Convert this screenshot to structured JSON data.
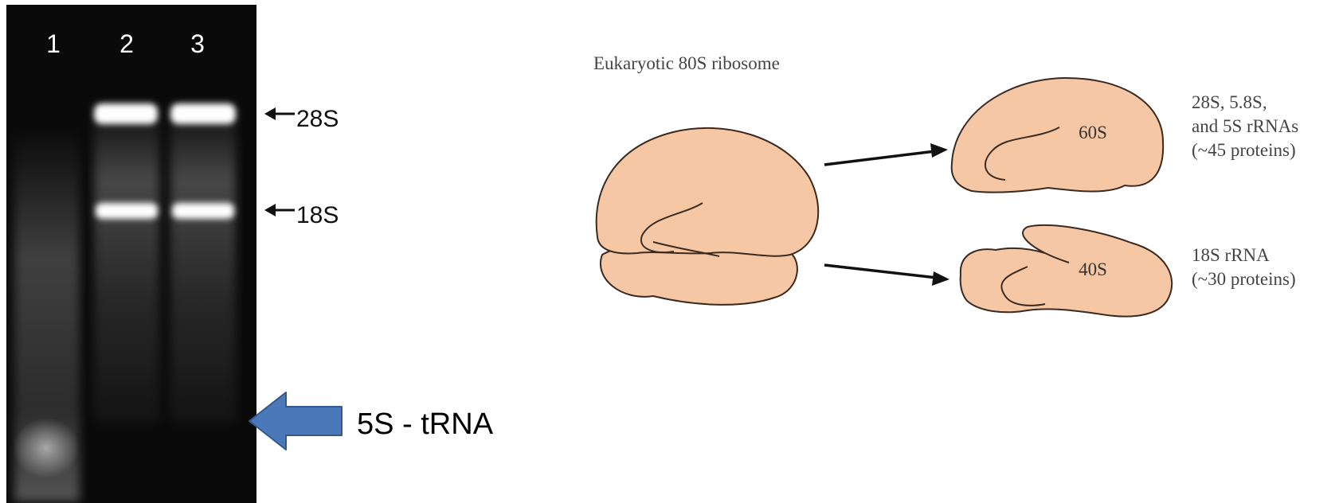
{
  "gel": {
    "lane_labels": [
      "1",
      "2",
      "3"
    ],
    "band_labels": {
      "upper": "28S",
      "lower": "18S"
    },
    "callout_label": "5S - tRNA",
    "colors": {
      "gel_background": "#0a0a0a",
      "band": "#ffffff",
      "callout_arrow": "#4a78b8"
    }
  },
  "ribosome": {
    "title": "Eukaryotic 80S ribosome",
    "large_subunit": {
      "label": "60S",
      "description_lines": [
        "28S, 5.8S,",
        "and 5S rRNAs",
        "(~45 proteins)"
      ]
    },
    "small_subunit": {
      "label": "40S",
      "description_lines": [
        "18S rRNA",
        "(~30 proteins)"
      ]
    },
    "colors": {
      "subunit_fill": "#f6c7a5",
      "outline": "#3a2a20"
    }
  }
}
